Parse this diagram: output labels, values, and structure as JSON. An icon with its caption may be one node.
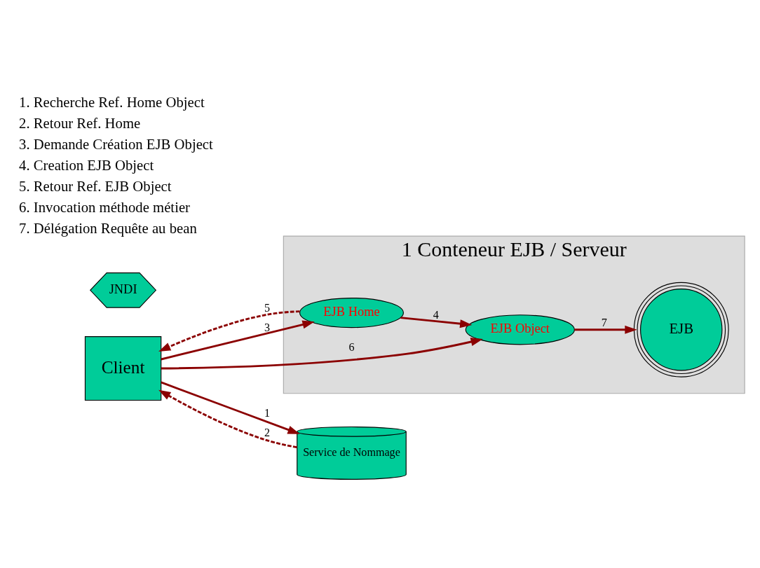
{
  "diagram": {
    "nodes": [
      {
        "text": [
          "1 Conteneur EJB / Serveur"
        ]
      },
      {
        "text": [
          "Client"
        ]
      },
      {
        "text": [
          "EJB Home"
        ],
        "in": 0
      },
      {
        "text": [
          "EJB Object"
        ],
        "in": 0
      },
      {
        "text": [
          "EJB"
        ],
        "in": 0
      },
      {
        "text": [
          "JNDI"
        ]
      },
      {
        "text": [
          "Service de Nommage"
        ]
      }
    ],
    "edges": [
      {
        "from": 1,
        "to": 6,
        "arrow": "to",
        "label": "1"
      },
      {
        "from": 6,
        "to": 1,
        "arrow": "to",
        "label": "2",
        "style": "dashed"
      },
      {
        "from": 1,
        "to": 2,
        "arrow": "to",
        "label": "3"
      },
      {
        "from": 2,
        "to": 3,
        "arrow": "to",
        "label": "4"
      },
      {
        "from": 2,
        "to": 1,
        "arrow": "to",
        "label": "5",
        "style": "dashed"
      },
      {
        "from": 1,
        "to": 3,
        "arrow": "to",
        "label": "6"
      },
      {
        "from": 3,
        "to": 4,
        "arrow": "to",
        "label": "7"
      }
    ],
    "labels": [
      "1. Recherche Ref. Home Object",
      "2. Retour Ref. Home",
      "3. Demande Création EJB Object",
      "4. Creation EJB Object",
      "5. Retour Ref. EJB Object",
      "6. Invocation méthode métier",
      "7. Délégation Requête au bean"
    ]
  }
}
